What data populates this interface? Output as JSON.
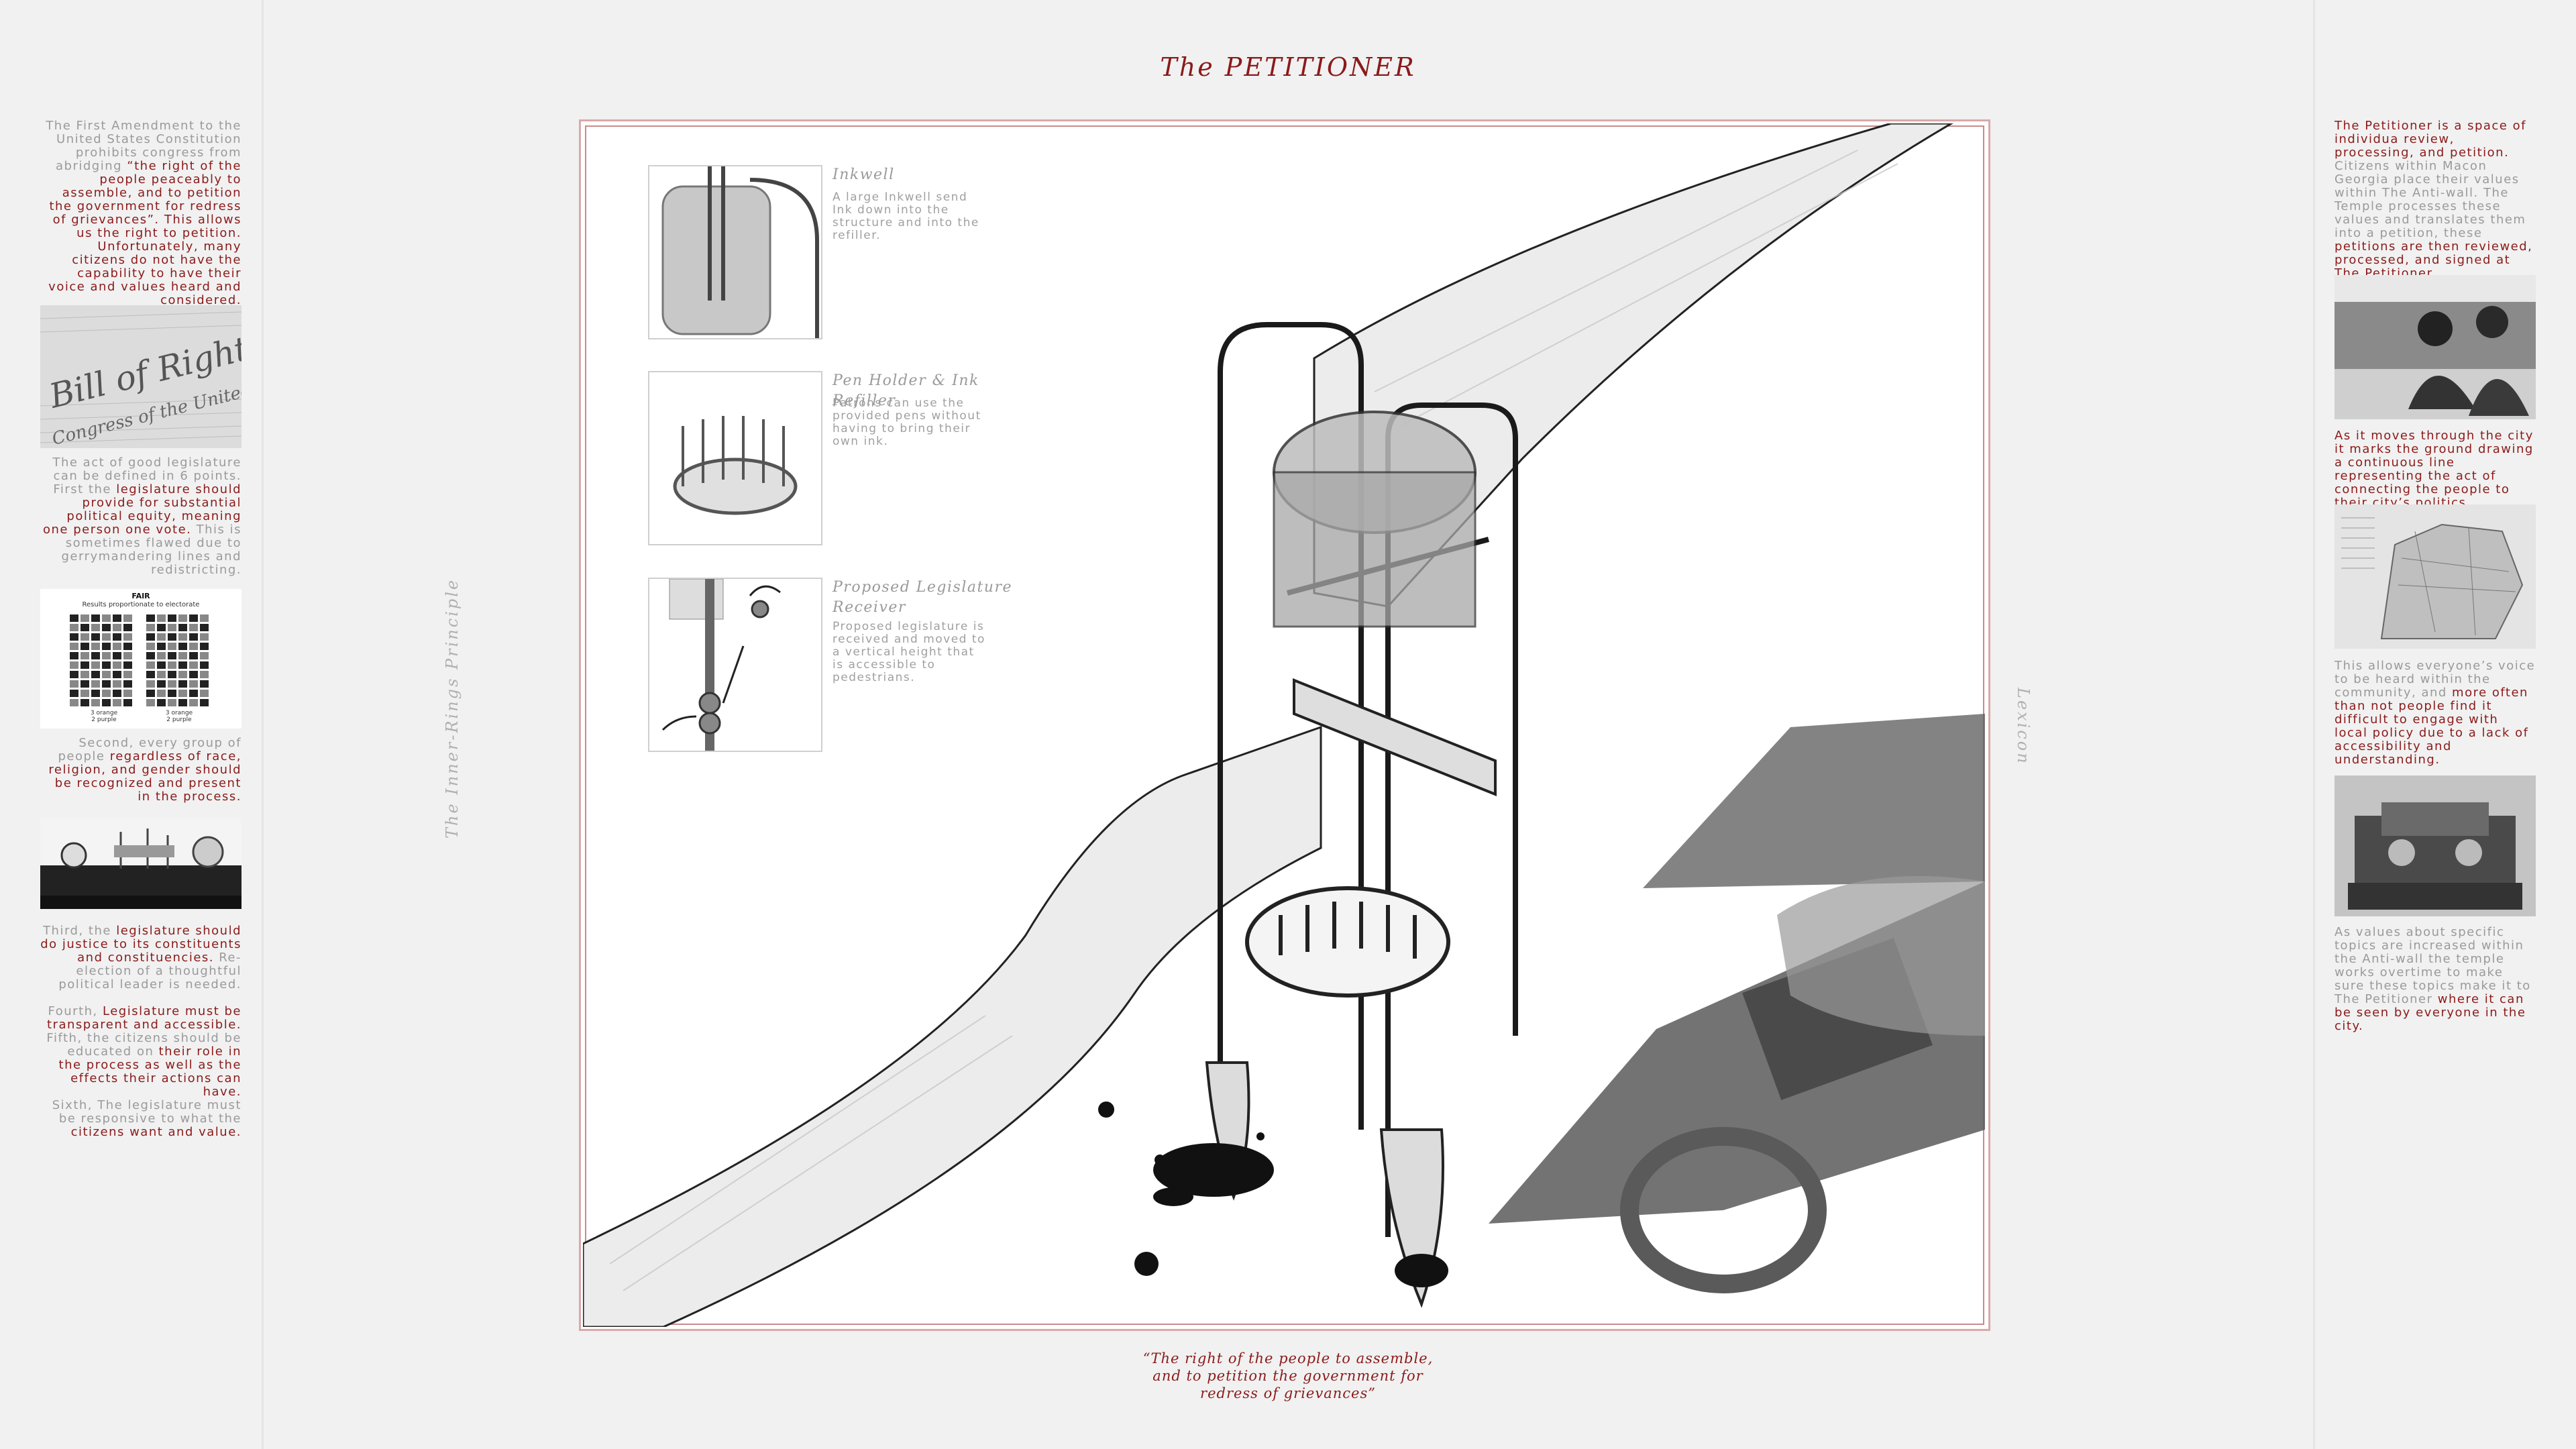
{
  "title": "The PETITIONER",
  "left_panel": {
    "p1": {
      "a": "The First Amendment to the United States Constitution prohibits congress from abridging ",
      "b": "“the right of the people peaceably to assemble, and to petition the government for redress of grievances”. This allows us the right to petition. Unfortunately, many citizens do not have the capability to have their voice and values heard and considered."
    },
    "p2": {
      "a": "The act of good legislature can be defined in 6 points. First the ",
      "b": "legislature should provide for substantial political equity, meaning one person one vote.",
      "c": " This is sometimes flawed due to gerrymandering lines and redistricting."
    },
    "p3": {
      "a": "Second, every group of people ",
      "b": "regardless of race, religion, and gender should be recognized and present in the process."
    },
    "p4": {
      "a": "Third, the ",
      "b": "legislature should do justice to its constituents and constituencies.",
      "c": " Re-election of a thoughtful political leader is needed."
    },
    "p5": {
      "a": "Fourth, ",
      "b": "Legislature must be transparent and accessible.",
      "c": " Fifth, the citizens should be educated on ",
      "d": "their role in the process as well as the effects their actions can have."
    },
    "p6": {
      "a": "Sixth, The legislature must be responsive to what the ",
      "b": "citizens want and value."
    },
    "img1_text": "Bill of Rights",
    "img1_sub": "Congress of the United",
    "chart": {
      "title": "FAIR",
      "subtitle": "Results proportionate to electorate",
      "label_left": "3 orange\n2 purple",
      "label_right": "3 orange\n2 purple"
    }
  },
  "right_panel": {
    "p1": {
      "a": "The Petitioner is a space of individua review, processing, and petition.",
      "b": " Citizens within Macon Georgia place their values within The Anti-wall. The Temple processes these values and translates them into a petition, these ",
      "c": "petitions are then reviewed, processed, and signed at The Petitioner."
    },
    "p2": "As it moves through the city it marks the ground drawing a continuous line representing the act of connecting the people to their city’s politics.",
    "p3": {
      "a": "This allows everyone’s voice to be heard within the community, and ",
      "b": "more often than not people find it difficult to engage with local policy due to a lack of accessibility and understanding."
    },
    "p4": {
      "a": "As values about specific topics are increased within the Anti-wall the temple works overtime to make sure these topics make it to The Petitioner ",
      "b": "where it can be seen by everyone in the city."
    }
  },
  "details": [
    {
      "title": "Inkwell",
      "text": "A large Inkwell send Ink down into the structure and into the refiller."
    },
    {
      "title": "Pen Holder & Ink Refiller",
      "text": "Patrons can use the provided pens without having to bring their own ink."
    },
    {
      "title": "Proposed Legislature Receiver",
      "text": "Proposed legislature is received and moved to a vertical height that is accessible to pedestrians."
    }
  ],
  "vertical_left": "The Inner-Rings Principle",
  "vertical_right": "Lexicon",
  "quote": "“The right of the people to assemble, and to petition the government for redress of grievances”",
  "colors": {
    "accent": "#8b1a1a",
    "muted_text": "#9a9a9a",
    "background": "#f1f1f1"
  }
}
